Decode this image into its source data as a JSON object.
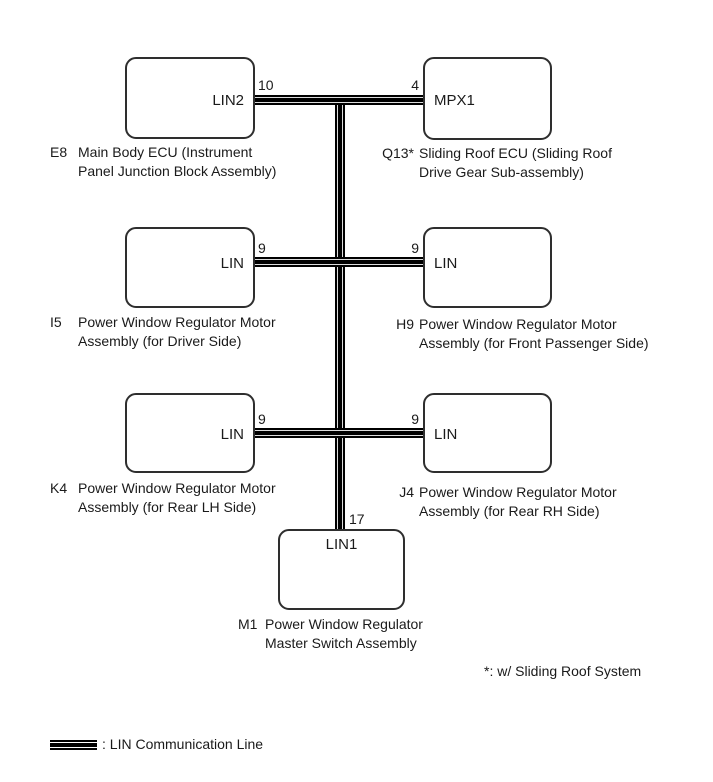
{
  "diagram": {
    "nodes": [
      {
        "code": "E8",
        "connector": "LIN2",
        "pin": "10",
        "name_line1": "Main Body ECU (Instrument",
        "name_line2": "Panel Junction Block Assembly)"
      },
      {
        "code": "Q13*",
        "connector": "MPX1",
        "pin": "4",
        "name_line1": "Sliding Roof ECU (Sliding Roof",
        "name_line2": "Drive Gear Sub-assembly)"
      },
      {
        "code": "I5",
        "connector": "LIN",
        "pin": "9",
        "name_line1": "Power Window Regulator Motor",
        "name_line2": "Assembly (for Driver Side)"
      },
      {
        "code": "H9",
        "connector": "LIN",
        "pin": "9",
        "name_line1": "Power Window Regulator Motor",
        "name_line2": "Assembly (for Front Passenger Side)"
      },
      {
        "code": "K4",
        "connector": "LIN",
        "pin": "9",
        "name_line1": "Power Window Regulator Motor",
        "name_line2": "Assembly (for Rear LH Side)"
      },
      {
        "code": "J4",
        "connector": "LIN",
        "pin": "9",
        "name_line1": "Power Window Regulator Motor",
        "name_line2": "Assembly (for Rear RH Side)"
      },
      {
        "code": "M1",
        "connector": "LIN1",
        "pin": "17",
        "name_line1": "Power Window Regulator",
        "name_line2": "Master Switch Assembly"
      }
    ],
    "footnote": "*: w/ Sliding Roof System",
    "legend_label": ": LIN Communication Line",
    "colors": {
      "line": "#000000",
      "line_gap": "#dcdcdc",
      "text": "#1a1a1a",
      "background": "#ffffff"
    }
  }
}
